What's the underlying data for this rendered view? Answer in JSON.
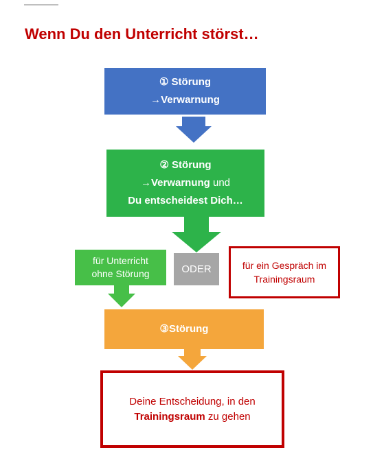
{
  "title": "Wenn Du den Unterricht störst…",
  "step1": {
    "line1": "① Störung",
    "line2": "→Verwarnung"
  },
  "step2": {
    "line1": "② Störung",
    "line2_bold": "→Verwarnung",
    "line2_rest": " und",
    "line3": "Du entscheidest Dich…"
  },
  "choice_left": {
    "line1": "für Unterricht",
    "line2": "ohne Störung"
  },
  "oder": "ODER",
  "choice_right": {
    "line1": "für ein Gespräch im",
    "line2": "Trainingsraum"
  },
  "step3": {
    "label": "③Störung"
  },
  "outcome": {
    "line1": "Deine Entscheidung, in den",
    "line2_bold": "Trainingsraum",
    "line2_rest": " zu gehen"
  },
  "colors": {
    "title": "#c00000",
    "step1": "#4472c4",
    "step2": "#2db34a",
    "choice_left": "#47bf48",
    "oder": "#a6a6a6",
    "step3": "#f4a63c",
    "outline": "#c00000"
  }
}
